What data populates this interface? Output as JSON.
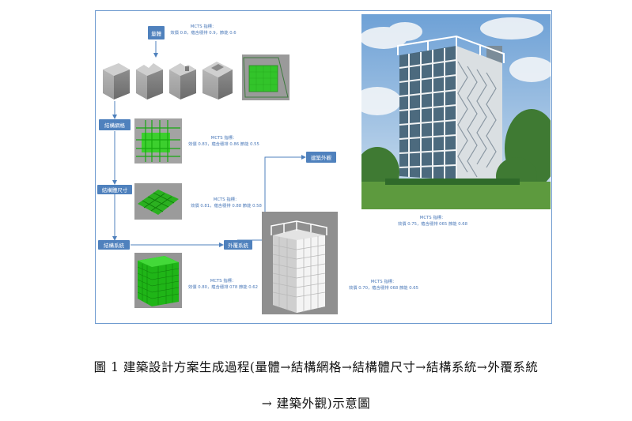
{
  "flow": {
    "mass_label": "量體",
    "grid_label": "結構網格",
    "size_label": "結構體尺寸",
    "system_label": "結構系統",
    "facade_label": "外覆系統",
    "exterior_label": "建築外觀"
  },
  "metrics": {
    "mass": {
      "title": "MCTS 指標：",
      "values": "效價 0.8，蘊含穩排 0.9，節能 0.6"
    },
    "grid": {
      "title": "MCTS 指標：",
      "values": "效價 0.83，蘊含穩排 0.86 節能 0.55"
    },
    "size": {
      "title": "MCTS 指標：",
      "values": "效價 0.81，蘊含穩排 0.88 節能 0.58"
    },
    "system": {
      "title": "MCTS 指標：",
      "values": "效價 0.80，蘊含穩排 078 節能 0.62"
    },
    "facade": {
      "title": "MCTS 指標：",
      "values": "效價 0.70，蘊含穩排 068 節能 0.65"
    },
    "exterior": {
      "title": "MCTS 指標：",
      "values": "效價 0.75，蘊含穩排 065 節能 0.68"
    }
  },
  "caption": {
    "line1": "圖 1  建築設計方案生成過程(量體→結構網格→結構體尺寸→結構系統→外覆系統",
    "line2": "→  建築外觀)示意圖"
  },
  "colors": {
    "box": "#4f81bd",
    "arrow": "#4f81bd",
    "metric_text": "#4a78b8",
    "grid_green": "#22c40f"
  }
}
